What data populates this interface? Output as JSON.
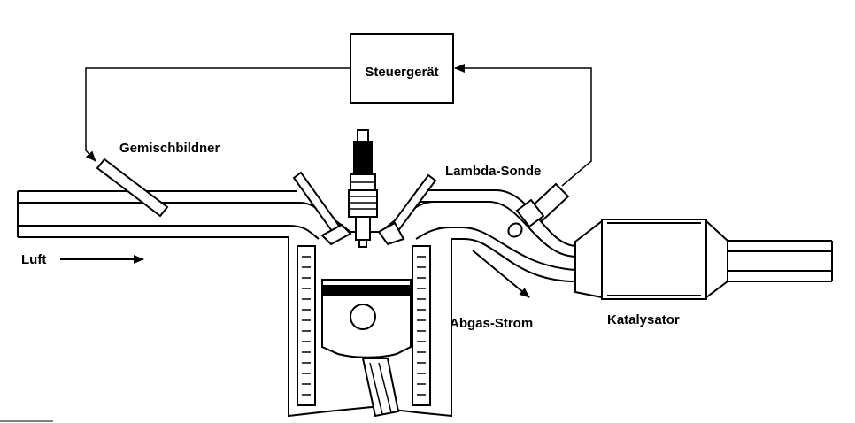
{
  "labels": {
    "control_unit": "Steuergerät",
    "mixture_former": "Gemischbildner",
    "lambda_sensor": "Lambda-Sonde",
    "air": "Luft",
    "exhaust_flow": "Abgas-Strom",
    "catalyst": "Katalysator"
  },
  "colors": {
    "line": "#000000",
    "background": "#ffffff"
  }
}
